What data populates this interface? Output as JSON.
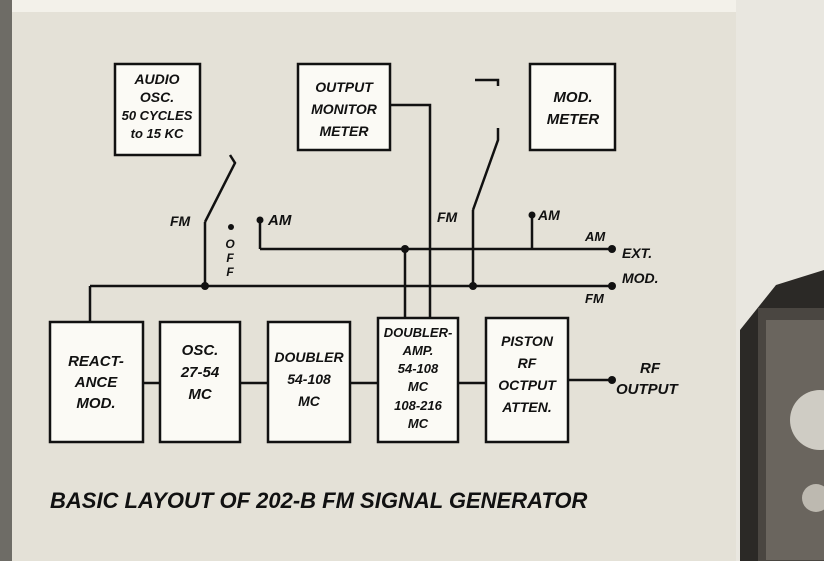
{
  "diagram": {
    "caption": "BASIC LAYOUT OF 202-B FM SIGNAL GENERATOR",
    "blocks": {
      "audio_osc": [
        "AUDIO",
        "OSC.",
        "50 CYCLES",
        "to 15 KC"
      ],
      "output_monitor": [
        "OUTPUT",
        "MONITOR",
        "METER"
      ],
      "mod_meter": [
        "MOD.",
        "METER"
      ],
      "reactance_mod": [
        "REACT-",
        "ANCE",
        "MOD."
      ],
      "osc": [
        "OSC.",
        "27-54",
        "MC"
      ],
      "doubler": [
        "DOUBLER",
        "54-108",
        "MC"
      ],
      "doubler_amp": [
        "DOUBLER-",
        "AMP.",
        "54-108",
        "MC",
        "108-216",
        "MC"
      ],
      "piston": [
        "PISTON",
        "RF",
        "OCTPUT",
        "ATTEN."
      ]
    },
    "labels": {
      "fm_left": "FM",
      "off": [
        "O",
        "F",
        "F"
      ],
      "am_left": "AM",
      "fm_right": "FM",
      "am_right": "AM",
      "am_line": "AM",
      "ext": "EXT.",
      "mod": "MOD.",
      "fm_line": "FM",
      "rf_output": [
        "RF",
        "OUTPUT"
      ]
    }
  }
}
